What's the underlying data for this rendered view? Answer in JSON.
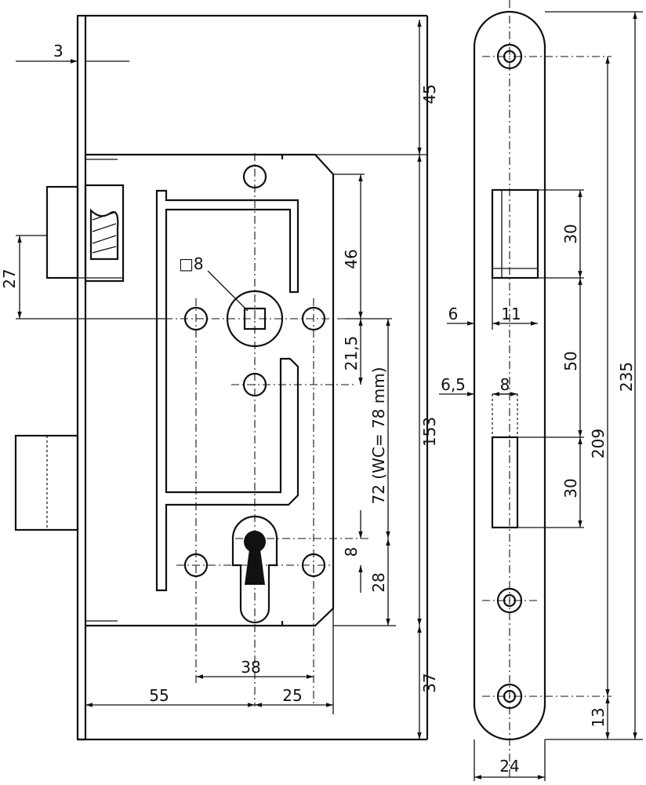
{
  "dimensions": {
    "faceplate_thickness": "3",
    "top_offset": "45",
    "latch_height": "27",
    "square_spindle": "□8",
    "spindle_to_top": "46",
    "spindle_to_lower_hole": "21,5",
    "distance": "72 (WC= 78 mm)",
    "case_height": "153",
    "keyhole_offset": "8",
    "keyhole_depth": "28",
    "hole_spacing": "38",
    "backset": "55",
    "lower_offset": "25",
    "bottom_offset": "37",
    "latch_cutout_height": "30",
    "latch_cutout_depth": "11",
    "latch_cutout_edge": "6",
    "cutout_spacing": "50",
    "bolt_cutout_edge": "6,5",
    "bolt_cutout_width": "8",
    "bolt_cutout_height": "30",
    "screw_spacing": "209",
    "plate_length": "235",
    "screw_edge": "13",
    "plate_width": "24"
  }
}
